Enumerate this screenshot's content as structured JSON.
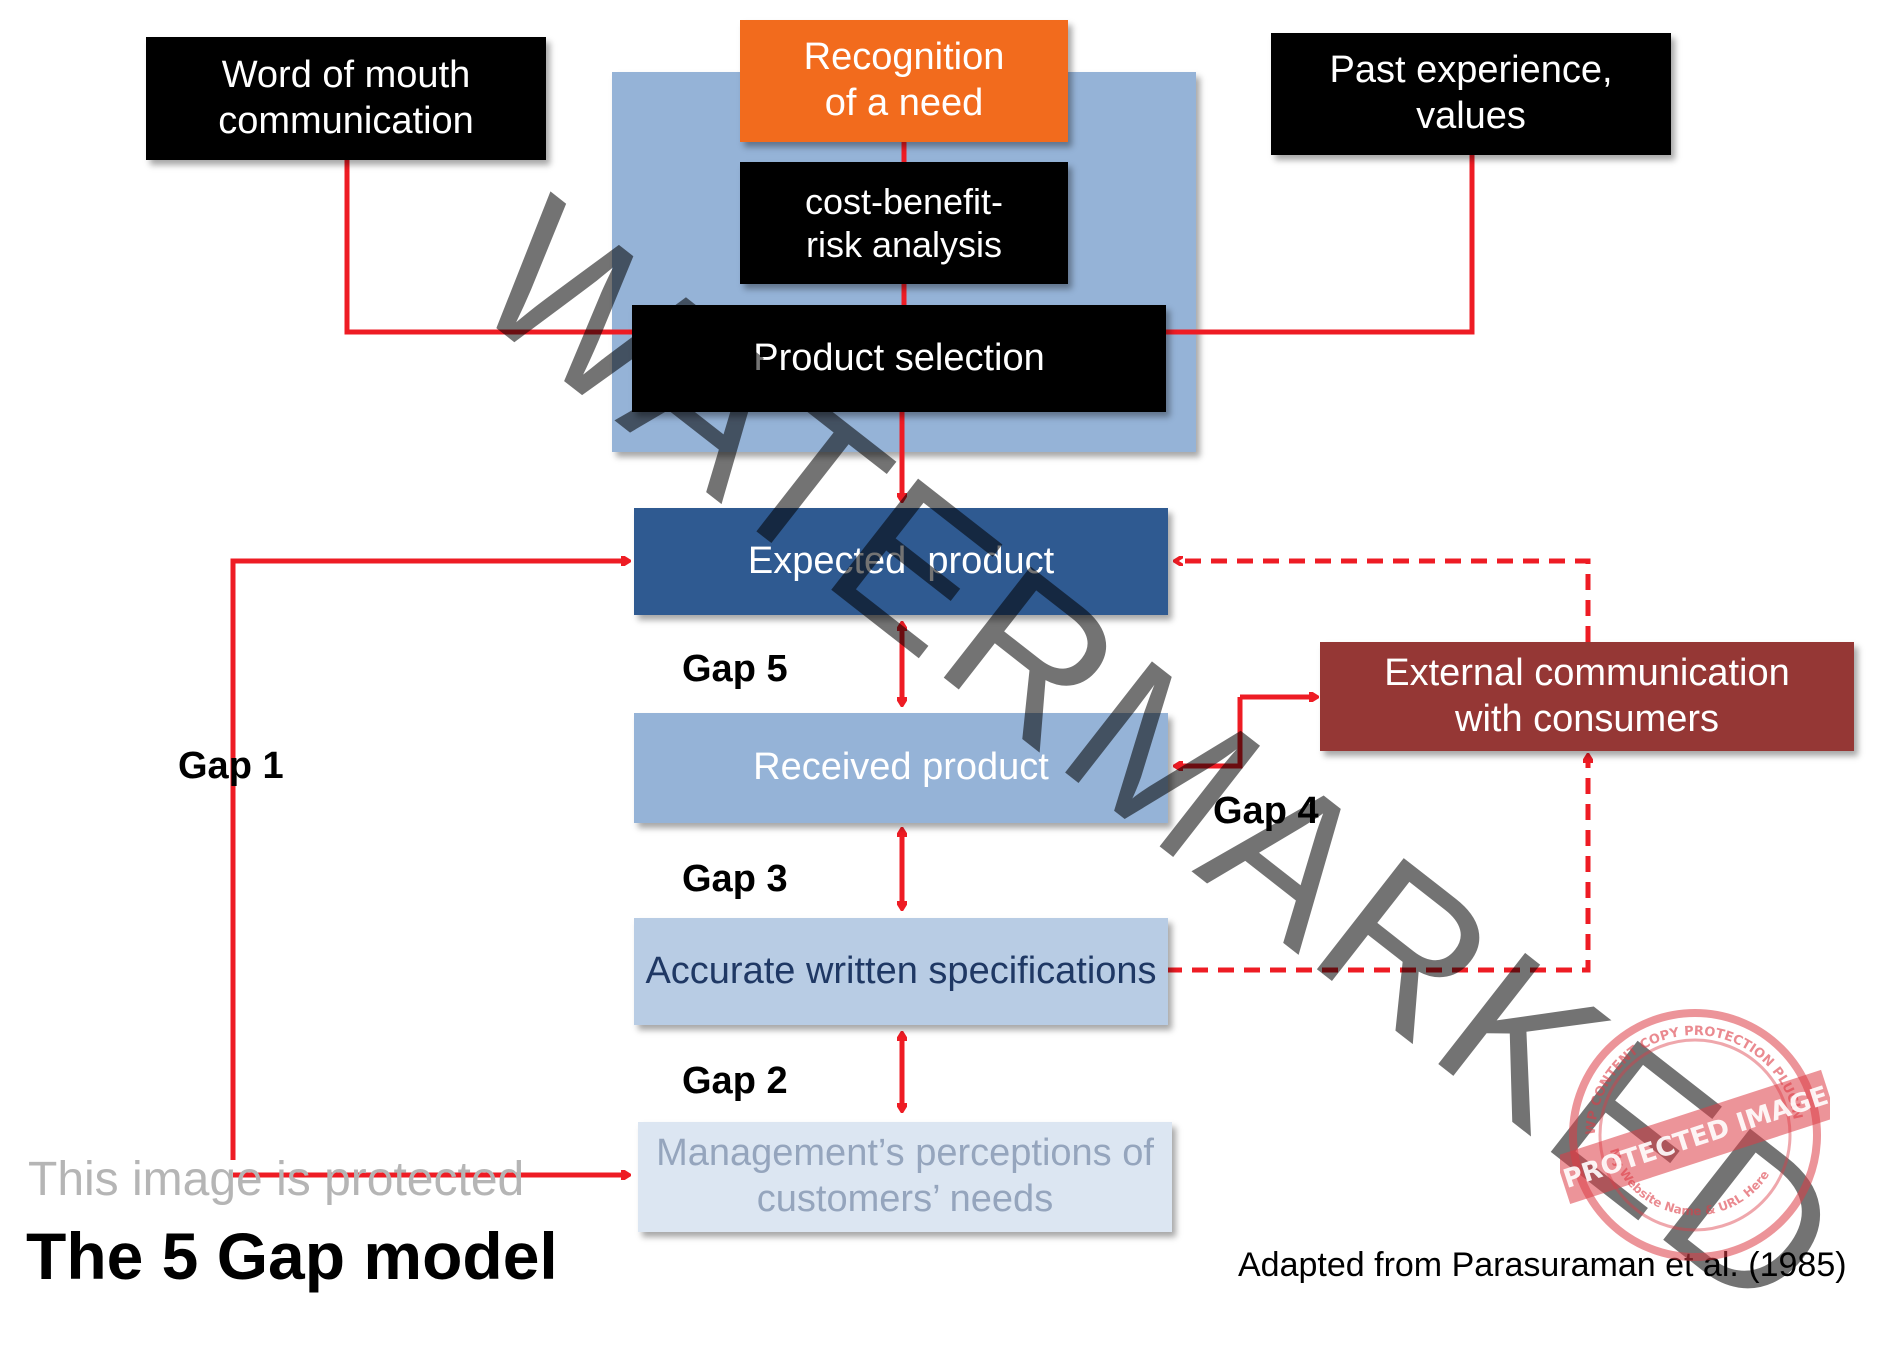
{
  "boxes": {
    "word_of_mouth": "Word of mouth communication",
    "recognition": "Recognition of a need",
    "past_experience": "Past experience, values",
    "cost_benefit": "cost-benefit-risk analysis",
    "product_selection": "Product selection",
    "expected_product": "Expected  product",
    "received_product": "Received product",
    "accurate_specs": "Accurate written specifications",
    "management_perceptions": "Management’s perceptions of customers’ needs",
    "external_communication": "External communication with consumers"
  },
  "gaps": {
    "gap1": "Gap 1",
    "gap2": "Gap 2",
    "gap3": "Gap 3",
    "gap4": "Gap 4",
    "gap5": "Gap 5"
  },
  "footer": {
    "protected_notice": "This image is protected",
    "title": "The 5 Gap model",
    "source": "Adapted from Parasuraman et al. (1985)"
  },
  "overlays": {
    "watermark": "WATERMARKED",
    "stamp_text": "PROTECTED IMAGE",
    "stamp_ring_top": "WP CONTENT COPY PROTECTION PLUGIN",
    "stamp_ring_bottom": "My Website Name & URL Here"
  },
  "colors": {
    "arrow_red": "#ee1c24",
    "light_blue_panel": "#95b3d7",
    "expected_product": "#2f5a91",
    "received_product": "#95b3d7",
    "accurate_specs": "#b8cce4",
    "management_perceptions": "#dce6f2",
    "external_communication": "#953735",
    "recognition": "#f26b1d"
  }
}
